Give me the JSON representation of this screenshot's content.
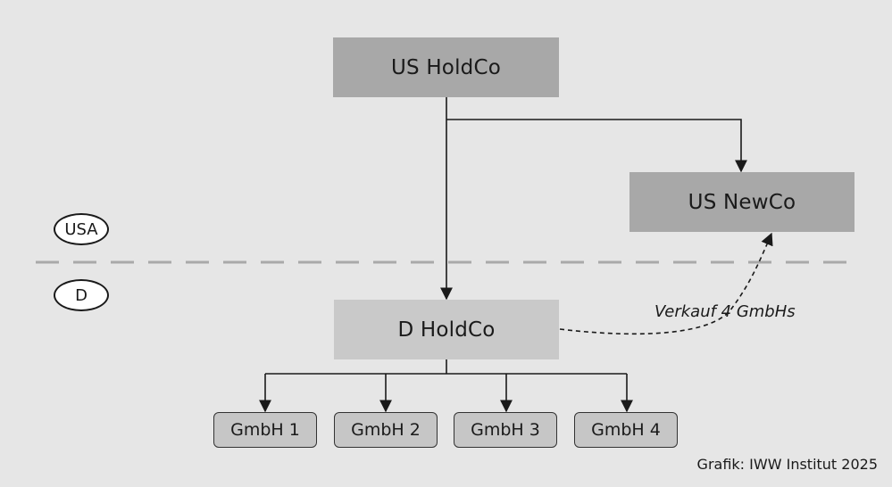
{
  "nodes": {
    "us_holdco": "US HoldCo",
    "us_newco": "US NewCo",
    "d_holdco": "D HoldCo",
    "gmbh": [
      "GmbH 1",
      "GmbH 2",
      "GmbH 3",
      "GmbH 4"
    ]
  },
  "regions": {
    "usa": "USA",
    "germany": "D"
  },
  "edges": {
    "sale_label": "Verkauf 4 GmbHs"
  },
  "credit": "Grafik: IWW Institut 2025"
}
